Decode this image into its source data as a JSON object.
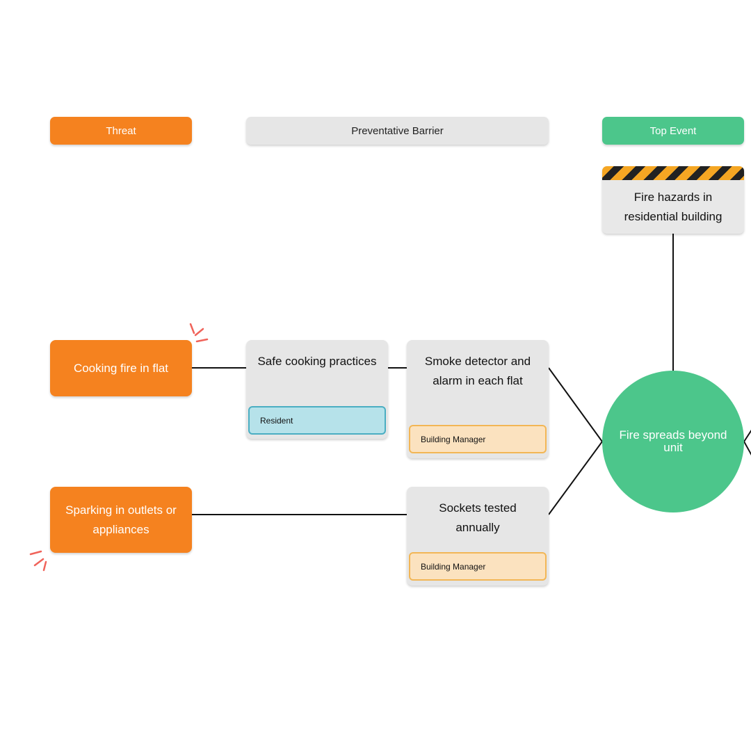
{
  "headers": {
    "threat": "Threat",
    "barrier": "Preventative Barrier",
    "top_event": "Top Event"
  },
  "hazard": {
    "label": "Fire hazards in residential building"
  },
  "threats": [
    {
      "label": "Cooking fire in flat"
    },
    {
      "label": "Sparking in outlets or appliances"
    }
  ],
  "barriers": [
    {
      "label": "Safe cooking practices",
      "owner": "Resident"
    },
    {
      "label": "Smoke detector and alarm in each flat",
      "owner": "Building Manager"
    },
    {
      "label": "Sockets tested annually",
      "owner": "Building Manager"
    }
  ],
  "top_event": {
    "label": "Fire spreads beyond unit"
  },
  "colors": {
    "threat": "#f5821f",
    "barrier": "#e6e6e6",
    "top_event": "#4cc68b",
    "owner_resident": "#b6e2ea",
    "owner_manager": "#fbe2bf",
    "spark": "#f0635a",
    "hazard_stripe": "#f5a623"
  }
}
